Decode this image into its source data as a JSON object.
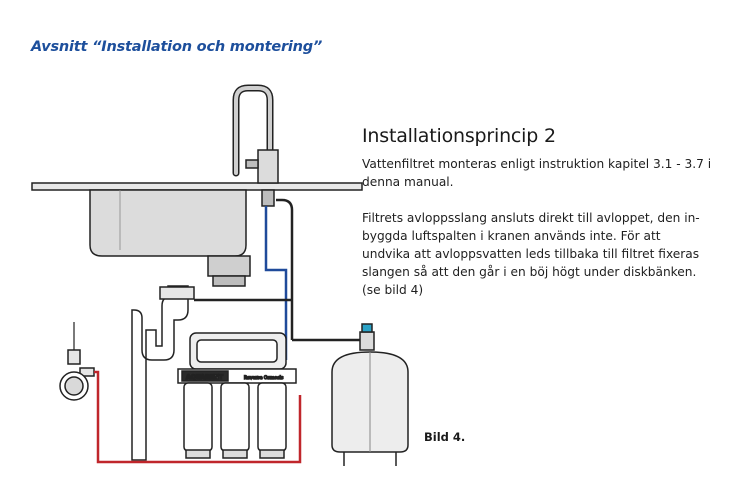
{
  "header": {
    "section": "Avsnitt “Installation och montering”"
  },
  "main": {
    "title": "Installationsprincip 2",
    "paragraph1": "Vattenfiltret monteras enligt instruktion kapitel 3.1 - 3.7 i denna manual.",
    "paragraph2": "Filtrets avloppsslang ansluts direkt till avloppet, den in-byggda luftspalten i kranen används inte. För att undvika att avloppsvatten leds tillbaka till filtret fixeras slangen så att den går i en böj högt under diskbänken. (se bild 4)"
  },
  "diagram": {
    "brand_label": "AQUARENT",
    "unit_label": "Reverse Osmosis",
    "caption": "Bild 4.",
    "colors": {
      "blue_line": "#1f4a9a",
      "red_line": "#c0262b",
      "outline": "#222222",
      "cap": "#2ba3c7"
    }
  }
}
